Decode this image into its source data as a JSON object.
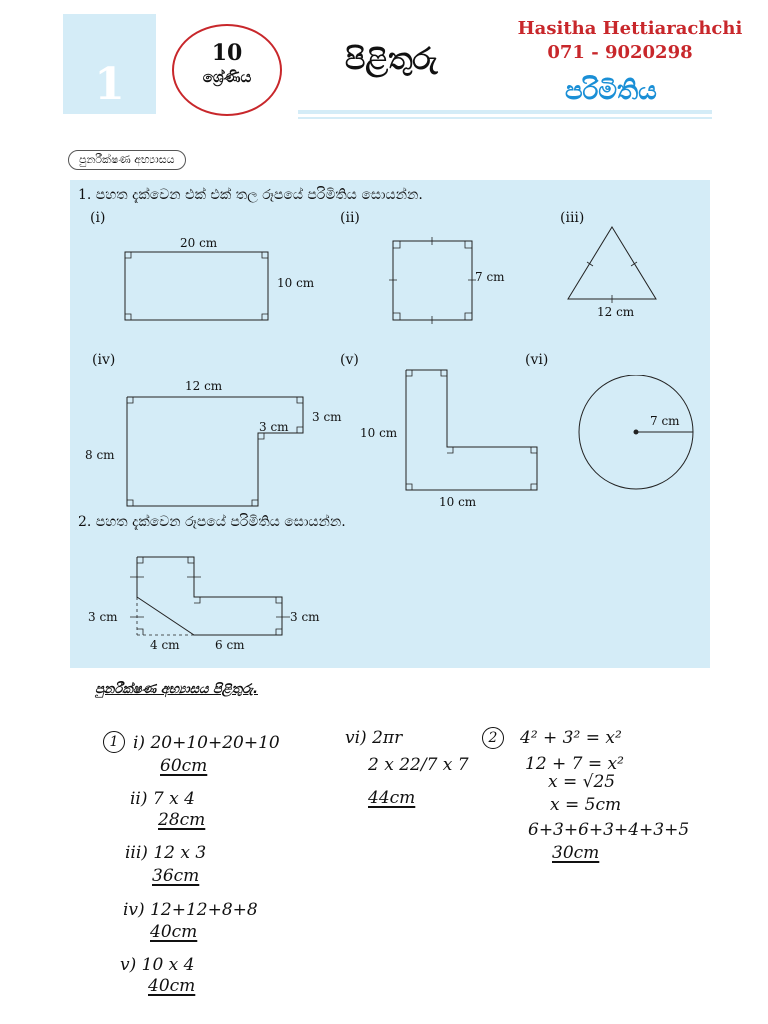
{
  "header": {
    "lesson_number": "1",
    "grade_number": "10",
    "grade_word": "ශ්‍රේණිය",
    "title": "පිළිතුරු",
    "author": "Hasitha Hettiarachchi",
    "phone": "071 - 9020298",
    "topic": "පරිමිතිය"
  },
  "revision_tag": "පුනරීක්ෂණ අභ්‍යාසය",
  "questions": {
    "q1": {
      "text": "1. පහත දැක්වෙන එක් එක් තල රූපයේ පරිමිතිය සොයන්න.",
      "labels": [
        "(i)",
        "(ii)",
        "(iii)",
        "(iv)",
        "(v)",
        "(vi)"
      ],
      "fig_i": {
        "top": "20 cm",
        "side": "10 cm"
      },
      "fig_ii": {
        "side": "7 cm"
      },
      "fig_iii": {
        "base": "12 cm"
      },
      "fig_iv": {
        "top": "12 cm",
        "right": "3 cm",
        "step": "3 cm",
        "left": "8 cm"
      },
      "fig_v": {
        "left": "10 cm",
        "bottom": "10 cm"
      },
      "fig_vi": {
        "radius": "7 cm"
      }
    },
    "q2": {
      "text": "2. පහත දැක්වෙන රූපයේ පරිමිතිය සොයන්න.",
      "left": "3 cm",
      "right": "3 cm",
      "bottom_left": "4 cm",
      "bottom_right": "6 cm"
    }
  },
  "answers": {
    "heading": "පුනරීක්ෂණ අභ්‍යාසය පිළිතුරු.",
    "q1_marker": "1",
    "i_work": "i) 20+10+20+10",
    "i_ans": "60cm",
    "ii_work": "ii) 7 x 4",
    "ii_ans": "28cm",
    "iii_work": "iii) 12 x 3",
    "iii_ans": "36cm",
    "iv_work": "iv) 12+12+8+8",
    "iv_ans": "40cm",
    "v_work": "v) 10 x 4",
    "v_ans": "40cm",
    "vi_work": "vi) 2πr",
    "vi_line2": "2 x 22/7 x 7",
    "vi_ans": "44cm",
    "q2_marker": "2",
    "q2_line1": "4² + 3² = x²",
    "q2_line2": "12 + 7 = x²",
    "q2_line3": "x = √25",
    "q2_line4": "x = 5cm",
    "q2_line5": "6+3+6+3+4+3+5",
    "q2_ans": "30cm"
  }
}
